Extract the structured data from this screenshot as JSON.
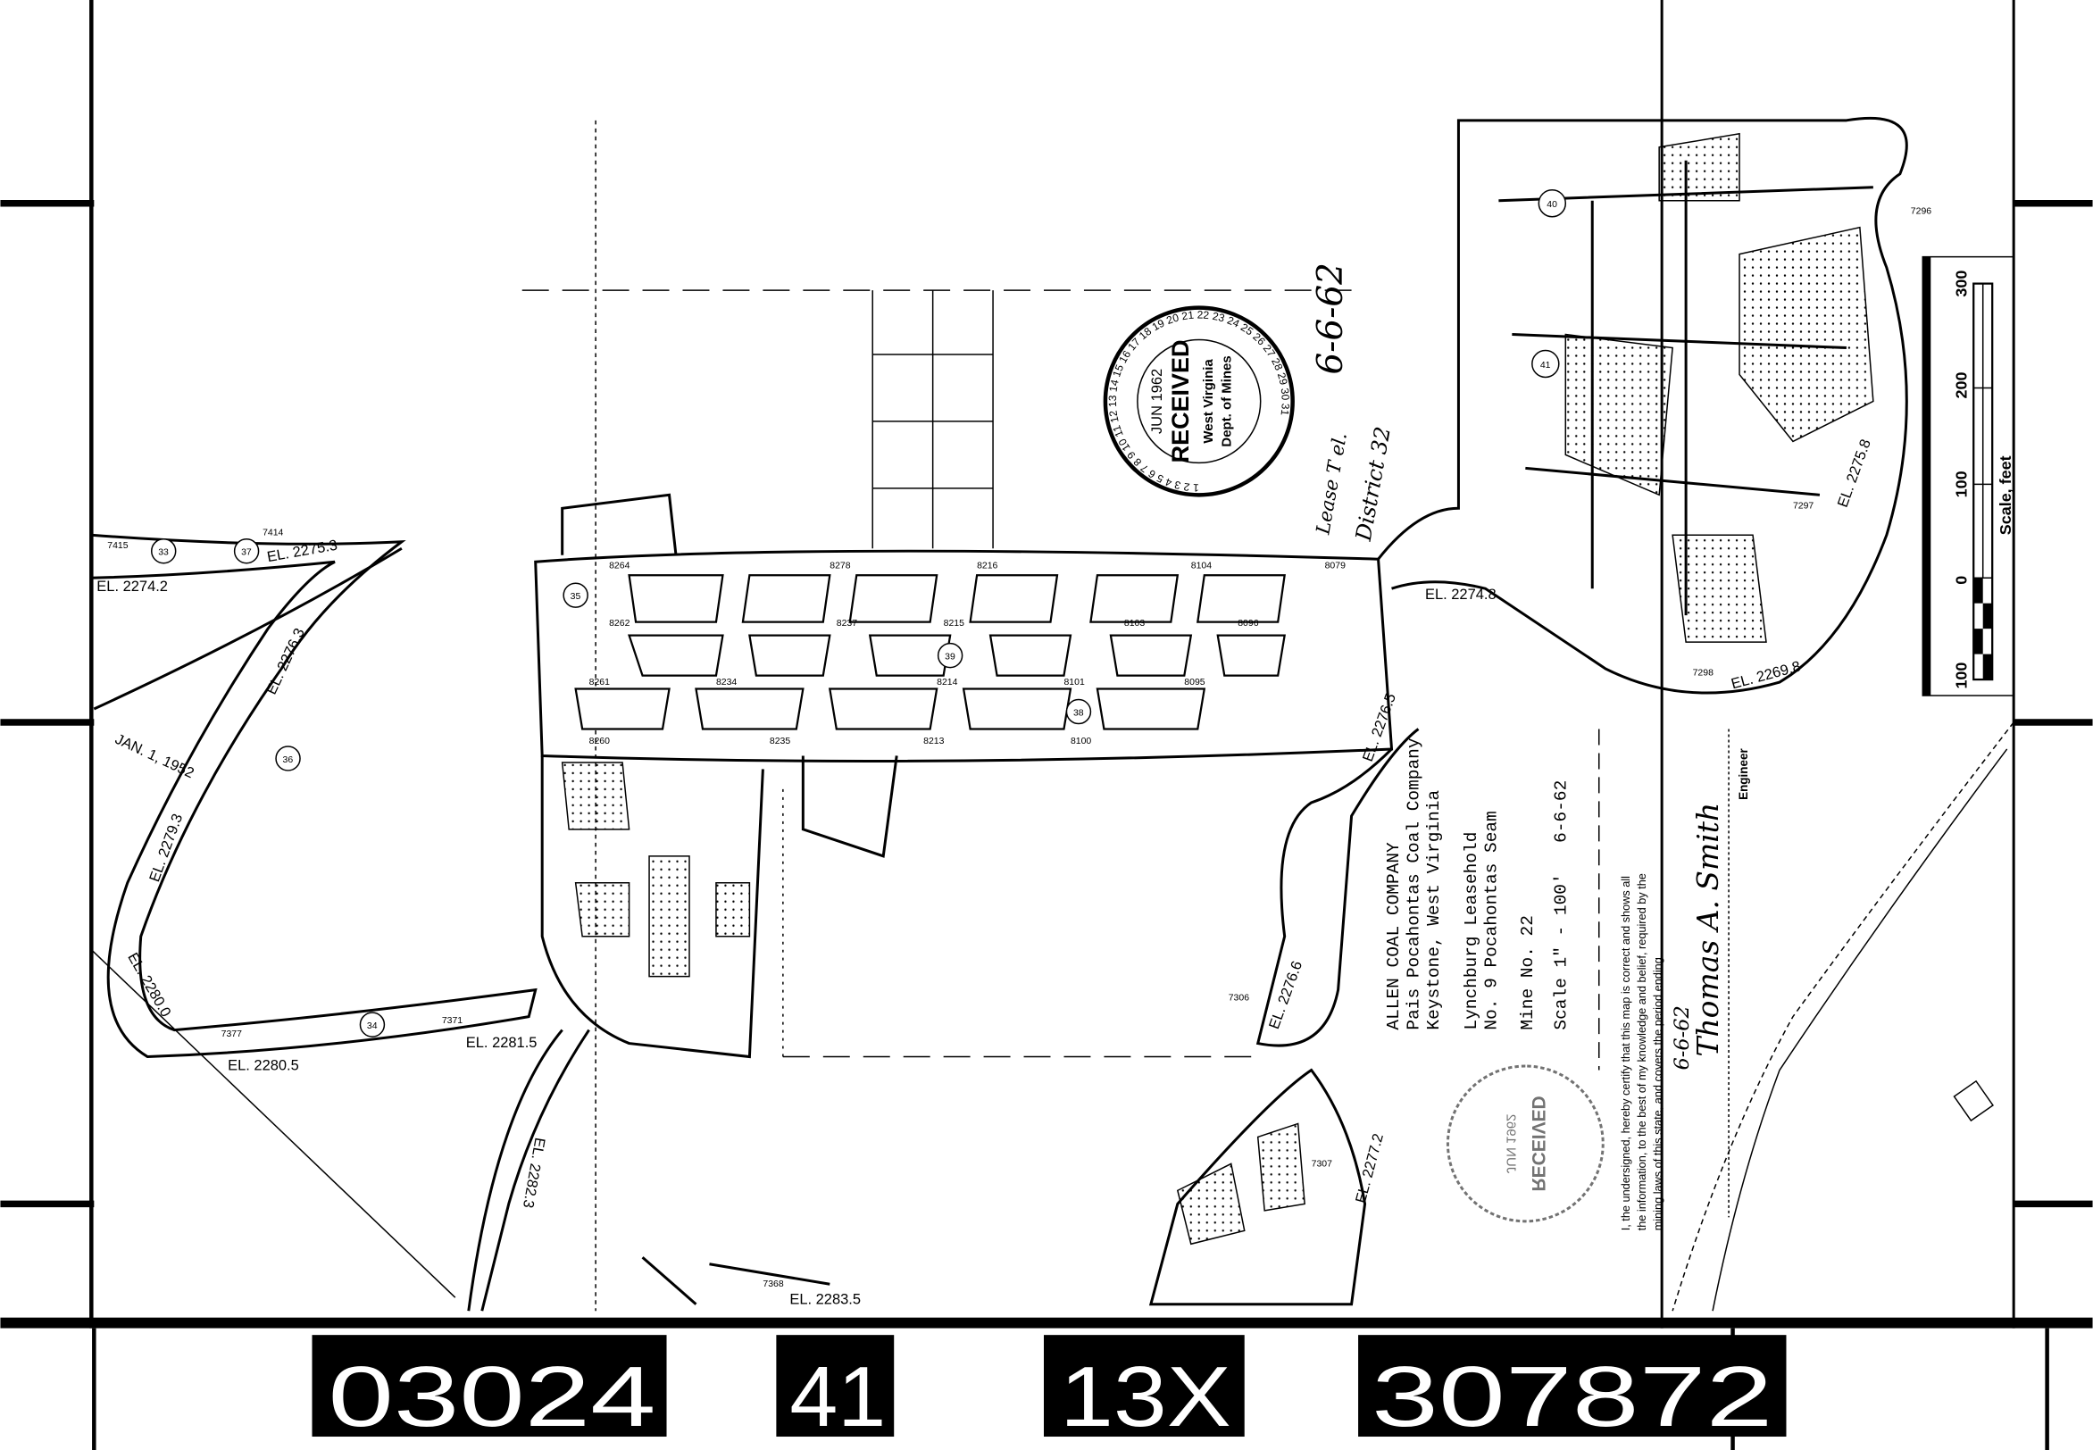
{
  "title_block": {
    "company": "ALLEN COAL COMPANY",
    "parent": "Pais Pocahontas Coal Company",
    "location": "Keystone, West Virginia",
    "leasehold": "Lynchburg Leasehold",
    "seam": "No. 9 Pocahontas Seam",
    "mine": "Mine No. 22",
    "scale": "Scale 1\" - 100'",
    "date": "6-6-62"
  },
  "certification": {
    "line1": "I, the undersigned, hereby certify that this map is correct and shows all",
    "line2": "the information, to the best of my knowledge and belief, required by the",
    "line3": "mining laws of this state, and covers the period ending",
    "signature_date": "6-6-62",
    "signature": "Thomas A. Smith",
    "role": "Engineer"
  },
  "stamp": {
    "status": "RECEIVED",
    "date": "JUN 1962",
    "agency_line1": "West Virginia",
    "agency_line2": "Dept. of Mines",
    "ring": "1 2 3 4 5 6 7 8 9 10 11 12 13 14 15 16 17 18 19 20 21 22 23 24 25 26 27 28 29 30 31"
  },
  "handwritten": {
    "date": "6-6-62",
    "district": "District 32",
    "note": "Lease T el."
  },
  "scale_bar": {
    "title": "Scale, feet",
    "ticks": [
      "100",
      "0",
      "100",
      "200",
      "300"
    ]
  },
  "elevations": [
    "EL. 2274.2",
    "EL. 2275.3",
    "EL. 2276.3",
    "EL. 2279.3",
    "EL. 2280.0",
    "EL. 2280.5",
    "EL. 2281.5",
    "EL. 2274.8",
    "EL. 2275.8",
    "EL. 2269.8",
    "EL. 2276.5",
    "EL. 2276.6",
    "EL. 2277.2",
    "EL. 2282.3",
    "EL. 2283.5"
  ],
  "date_line": "JAN. 1, 1952",
  "section_numbers": [
    "33",
    "37",
    "35",
    "36",
    "34",
    "38",
    "39",
    "40",
    "41"
  ],
  "survey_stations": [
    "7415",
    "7414",
    "7371",
    "7377",
    "8264",
    "8262",
    "8261",
    "8260",
    "8278",
    "8237",
    "8215",
    "8216",
    "8104",
    "8103",
    "8101",
    "8100",
    "8096",
    "8095",
    "8079",
    "8213",
    "8214",
    "8234",
    "8235",
    "7306",
    "7307",
    "7368",
    "7296",
    "7297",
    "7298"
  ],
  "film_codes": [
    "03024",
    "41",
    "13X",
    "307872"
  ]
}
